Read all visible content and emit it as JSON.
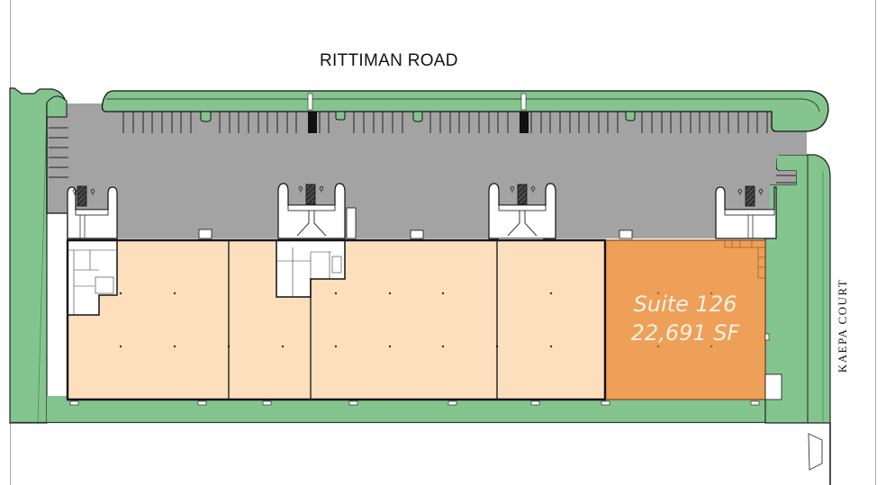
{
  "site_plan": {
    "streets": {
      "north": "RITTIMAN ROAD",
      "east": "KAEPA COURT"
    },
    "highlighted_suite": {
      "name": "Suite 126",
      "area": "22,691 SF",
      "color": "#ee9f58"
    },
    "colors": {
      "landscape": "#84c48e",
      "parking_lot": "#a3a3a3",
      "leased_space": "#fddfbd",
      "available_space": "#ee9f58",
      "outline": "#111111"
    },
    "bays": [
      {
        "id": "bay-1",
        "status": "leased"
      },
      {
        "id": "bay-2",
        "status": "leased"
      },
      {
        "id": "bay-3",
        "status": "leased"
      },
      {
        "id": "bay-4",
        "status": "leased"
      },
      {
        "id": "suite-126",
        "status": "available"
      }
    ]
  }
}
